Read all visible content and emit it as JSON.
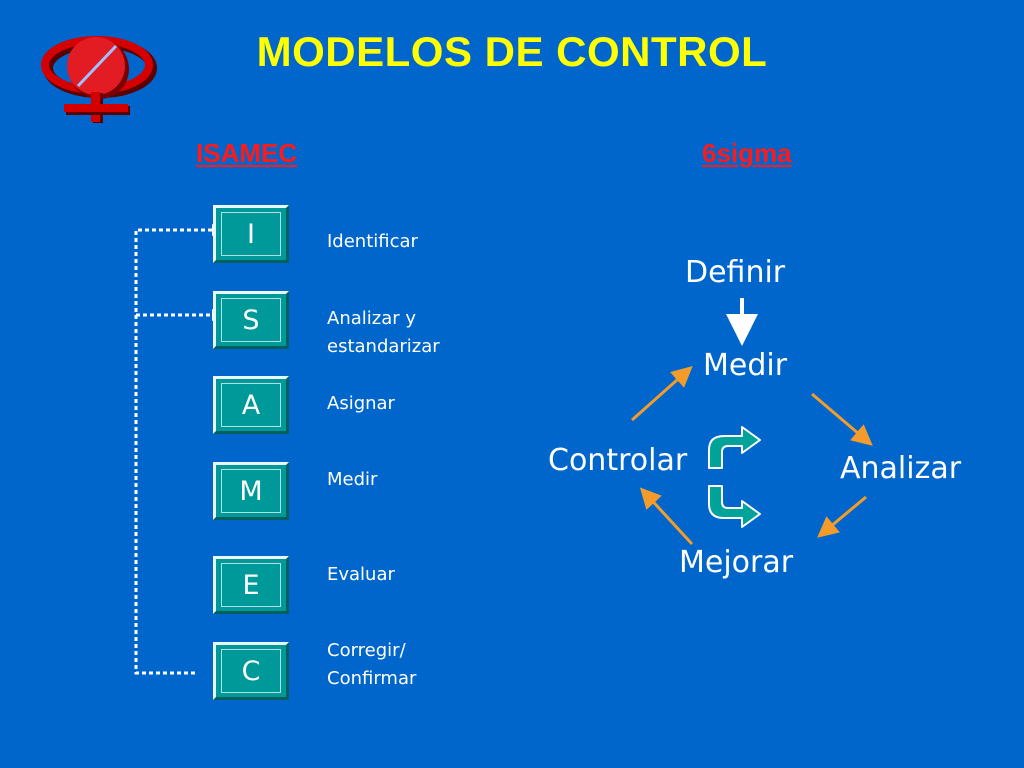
{
  "title": "MODELOS DE CONTROL",
  "isamec": {
    "heading": "ISAMEC",
    "steps": [
      {
        "letter": "I",
        "label": "Identificar"
      },
      {
        "letter": "S",
        "label": "Analizar y\nestandarizar"
      },
      {
        "letter": "A",
        "label": "Asignar"
      },
      {
        "letter": "M",
        "label": "Medir"
      },
      {
        "letter": "E",
        "label": "Evaluar"
      },
      {
        "letter": "C",
        "label": "Corregir/\nConfirmar"
      }
    ]
  },
  "sigma": {
    "heading": "6sigma",
    "nodes": {
      "definir": "Definir",
      "medir": "Medir",
      "analizar": "Analizar",
      "mejorar": "Mejorar",
      "controlar": "Controlar"
    }
  },
  "colors": {
    "background": "#0066cc",
    "title": "#ffff00",
    "heading": "#ff1a1a",
    "box": "#009999",
    "arrow_orange": "#f39c2b",
    "cycle_arrow": "#00a39a",
    "logo_red": "#cc0000"
  },
  "icons": {
    "logo": "female-symbol-icon",
    "connector": "dotted-bracket-arrows",
    "cycle": "curved-cycle-arrows-icon"
  }
}
